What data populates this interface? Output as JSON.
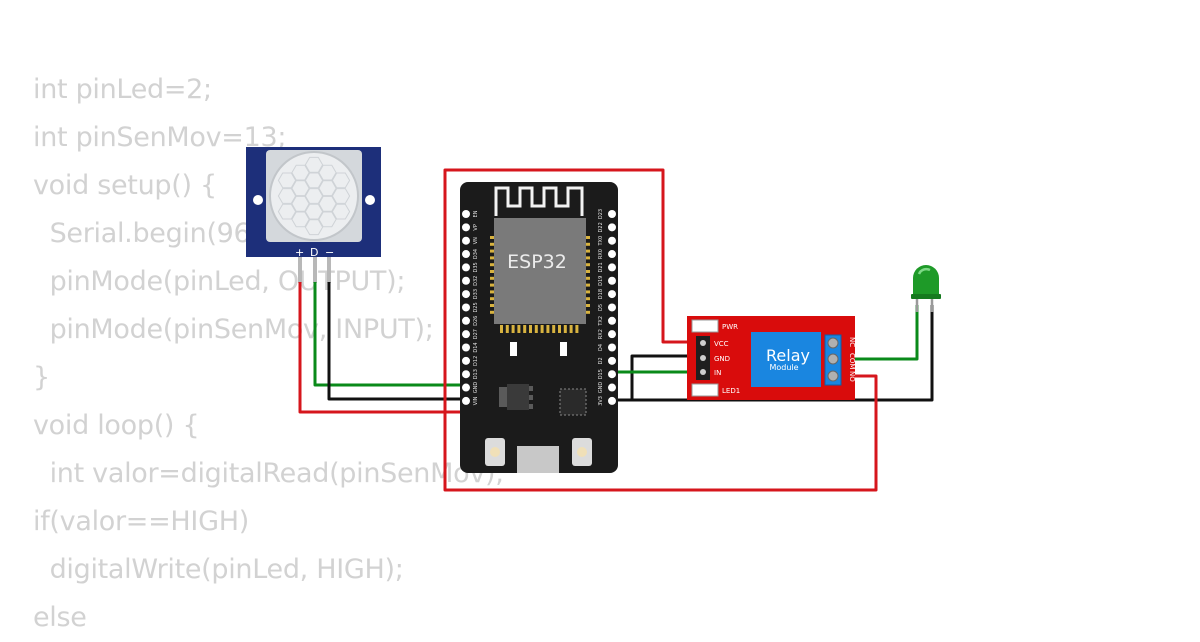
{
  "code_lines": [
    "int pinLed=2;",
    "int pinSenMov=13;",
    "void setup() {",
    "  Serial.begin(9600);",
    "  pinMode(pinLed, OUTPUT);",
    "  pinMode(pinSenMov, INPUT);",
    "}",
    "void loop() {",
    "  int valor=digitalRead(pinSenMov);",
    "if(valor==HIGH)",
    "  digitalWrite(pinLed, HIGH);",
    "else"
  ],
  "components": {
    "pir": {
      "pin_labels": [
        "+",
        "D",
        "−"
      ]
    },
    "esp32": {
      "chip_label": "ESP32",
      "left_pins": [
        "EN",
        "VP",
        "VN",
        "D34",
        "D35",
        "D32",
        "D33",
        "D25",
        "D26",
        "D27",
        "D14",
        "D12",
        "D13",
        "GND",
        "VIN"
      ],
      "right_pins": [
        "D23",
        "D22",
        "TX0",
        "RX0",
        "D21",
        "D19",
        "D18",
        "D5",
        "TX2",
        "RX2",
        "D4",
        "D2",
        "D15",
        "GND",
        "3V3"
      ]
    },
    "relay": {
      "title": "Relay",
      "subtitle": "Module",
      "pwr_label": "PWR",
      "led_label": "LED1",
      "pin_labels": [
        "VCC",
        "GND",
        "IN"
      ],
      "terminal_labels": [
        "NC",
        "COM",
        "NO"
      ]
    }
  },
  "colors": {
    "wire_red": "#d6161c",
    "wire_black": "#111111",
    "wire_green": "#0a8a1a",
    "relay_board": "#d90c0c",
    "relay_box": "#1a86e0",
    "esp32_board": "#1b1b1b",
    "esp32_module": "#7a7a7a",
    "pir_board": "#1d2f7a",
    "led": "#1e9a28"
  }
}
